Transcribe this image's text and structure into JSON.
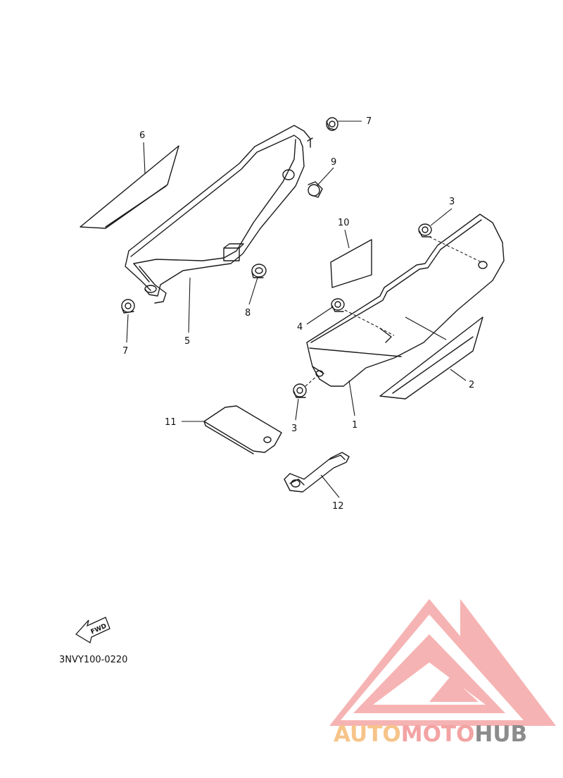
{
  "diagram": {
    "callouts": [
      {
        "id": "c6",
        "label": "6"
      },
      {
        "id": "c7a",
        "label": "7"
      },
      {
        "id": "c9",
        "label": "9"
      },
      {
        "id": "c3a",
        "label": "3"
      },
      {
        "id": "c10",
        "label": "10"
      },
      {
        "id": "c5",
        "label": "5"
      },
      {
        "id": "c7b",
        "label": "7"
      },
      {
        "id": "c8",
        "label": "8"
      },
      {
        "id": "c4",
        "label": "4"
      },
      {
        "id": "c2",
        "label": "2"
      },
      {
        "id": "c11",
        "label": "11"
      },
      {
        "id": "c3b",
        "label": "3"
      },
      {
        "id": "c1",
        "label": "1"
      },
      {
        "id": "c12",
        "label": "12"
      }
    ],
    "fwd_label": "FWD",
    "diagram_code": "3NVY100-0220"
  },
  "watermark": {
    "brand_part1": "AUTO",
    "brand_part2": "MOTO",
    "brand_part3": "HUB",
    "colors": {
      "logo": "#f4a3a3",
      "part1": "#f6c48a",
      "part2": "#f3a3a3",
      "part3": "#8c8c8c"
    }
  }
}
